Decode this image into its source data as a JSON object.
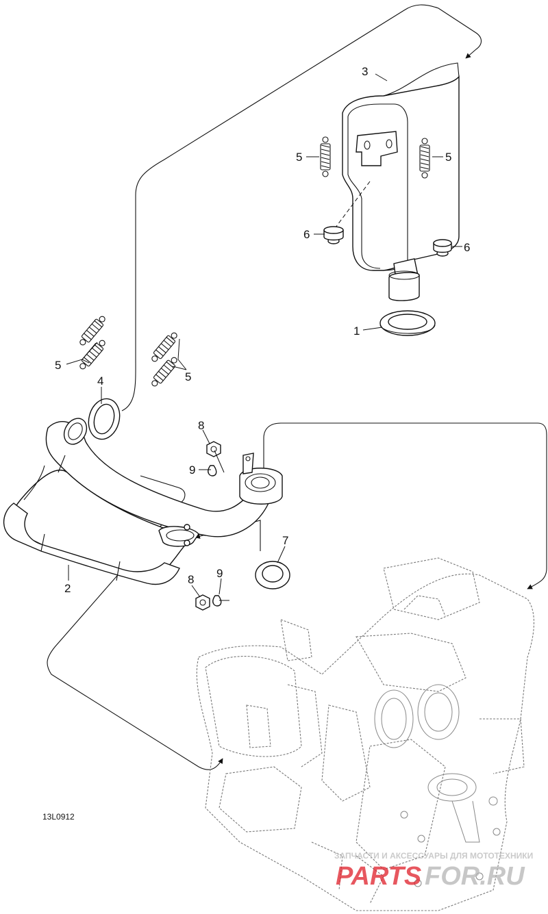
{
  "callouts": {
    "c1": "1",
    "c2": "2",
    "c3": "3",
    "c4": "4",
    "c5a": "5",
    "c5b": "5",
    "c5c": "5",
    "c5d": "5",
    "c6a": "6",
    "c6b": "6",
    "c7": "7",
    "c8a": "8",
    "c8b": "8",
    "c9a": "9",
    "c9b": "9"
  },
  "reference_code": "13L0912",
  "watermark": {
    "tagline": "ЗАПЧАСТИ И АКСЕССУАРЫ ДЛЯ МОТОТЕХНИКИ",
    "logo_left": "PARTS",
    "logo_right": "FOR.RU",
    "colors": {
      "red": "#e0202a",
      "gray": "#b5b5b5"
    }
  },
  "colors": {
    "line": "#111111",
    "engine_line": "#777777",
    "background": "#ffffff"
  }
}
